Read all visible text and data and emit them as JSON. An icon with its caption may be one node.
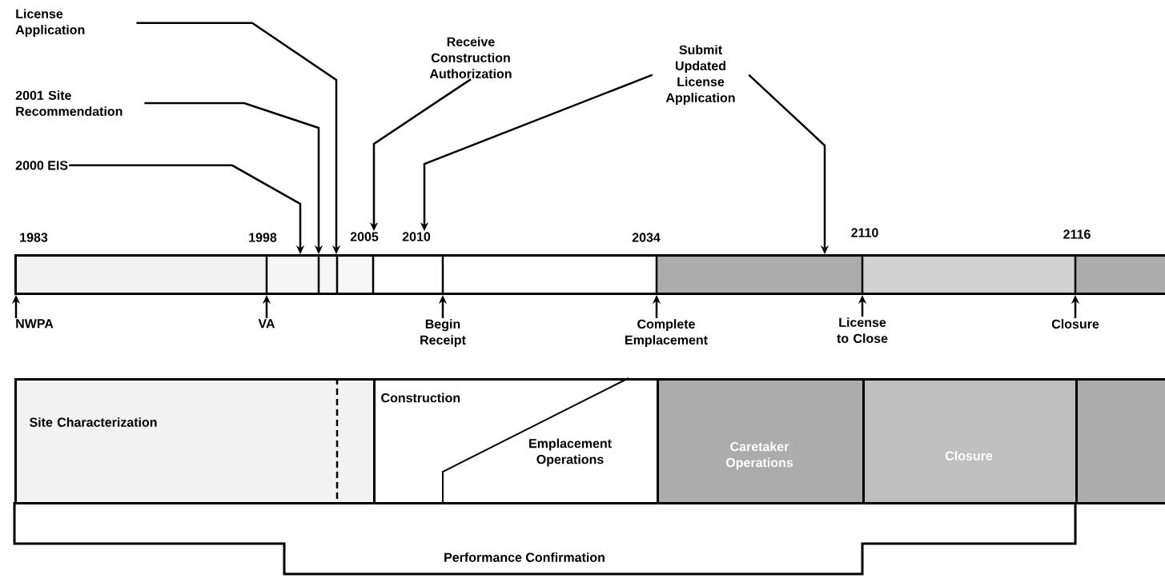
{
  "diagram": {
    "nodes": [
      {
        "text": [
          "License Application"
        ]
      },
      {
        "text": [
          "2001 Site Recommendation"
        ]
      },
      {
        "text": [
          "2000 EIS"
        ]
      },
      {
        "text": [
          "Receive Construction Authorization"
        ]
      },
      {
        "text": [
          "Submit Updated License Application"
        ]
      },
      {
        "text": [
          "2005"
        ]
      },
      {
        "text": [
          "2010"
        ]
      },
      {
        "text": [],
        "shape": "bar"
      },
      {
        "text": [
          "NWPA"
        ]
      },
      {
        "text": [
          "VA"
        ]
      },
      {
        "text": [
          "Begin Receipt"
        ]
      },
      {
        "text": [
          "Complete Emplacement"
        ]
      },
      {
        "text": [
          "License to Close"
        ]
      },
      {
        "text": [
          "Closure"
        ]
      },
      {
        "text": [
          "Site Characterization"
        ]
      },
      {
        "text": [
          "Construction",
          "Emplacement Operations"
        ]
      },
      {
        "text": [
          "Caretaker Operations"
        ]
      },
      {
        "text": [
          "Closure"
        ]
      },
      {
        "text": [],
        "shape": "box"
      },
      {
        "text": [
          "Performance Confirmation"
        ]
      }
    ],
    "edges": [
      {
        "from": 0,
        "to": 7,
        "arrow": "to"
      },
      {
        "from": 1,
        "to": 7,
        "arrow": "to"
      },
      {
        "from": 2,
        "to": 7,
        "arrow": "to"
      },
      {
        "from": 3,
        "to": 5,
        "arrow": "to"
      },
      {
        "from": 4,
        "to": 6,
        "arrow": "to"
      },
      {
        "from": 4,
        "to": 7,
        "arrow": "to"
      },
      {
        "from": 8,
        "to": 7,
        "arrow": "to"
      },
      {
        "from": 9,
        "to": 7,
        "arrow": "to"
      },
      {
        "from": 10,
        "to": 7,
        "arrow": "to"
      },
      {
        "from": 11,
        "to": 7,
        "arrow": "to"
      },
      {
        "from": 12,
        "to": 7,
        "arrow": "to"
      },
      {
        "from": 13,
        "to": 7,
        "arrow": "to"
      }
    ],
    "labels": [
      "1983",
      "1998",
      "2034",
      "2110",
      "2116"
    ]
  }
}
